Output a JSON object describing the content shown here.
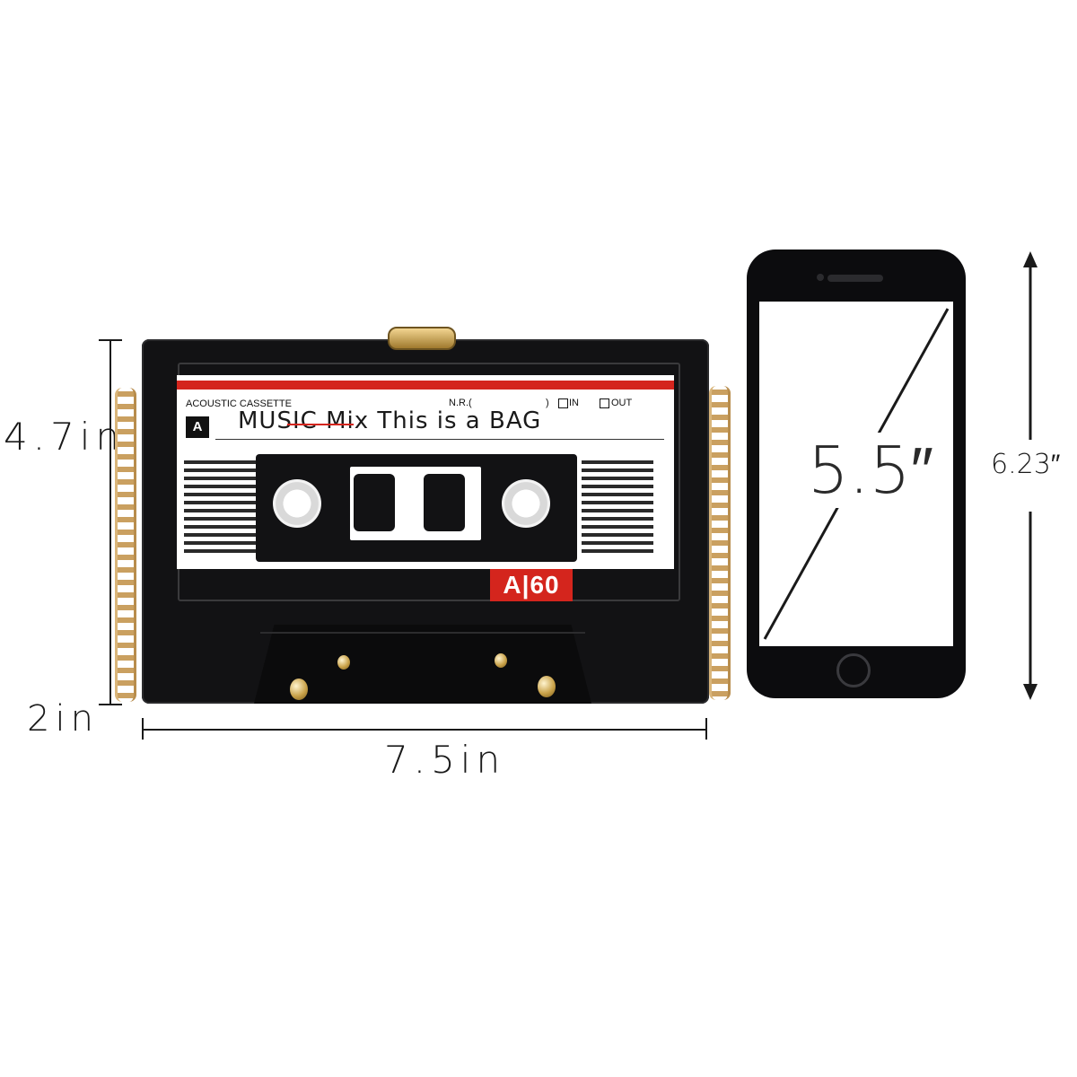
{
  "dimensions": {
    "height": "4.7in",
    "depth": "2in",
    "width": "7.5in",
    "phone_screen": "5.5″",
    "phone_height": "6.23″"
  },
  "cassette_label": {
    "brand": "ACOUSTIC CASSETTE",
    "nr_field": "N.R.(",
    "nr_close": ")",
    "in_option": "IN",
    "out_option": "OUT",
    "side": "A",
    "title_struck": "MUSIC",
    "title_rest": "Mix  This is a BAG",
    "tape_badge": "A|60"
  },
  "colors": {
    "bag": "#121214",
    "accent_red": "#d4251d",
    "gold": "#c9a24a",
    "phone": "#0c0c0e"
  }
}
